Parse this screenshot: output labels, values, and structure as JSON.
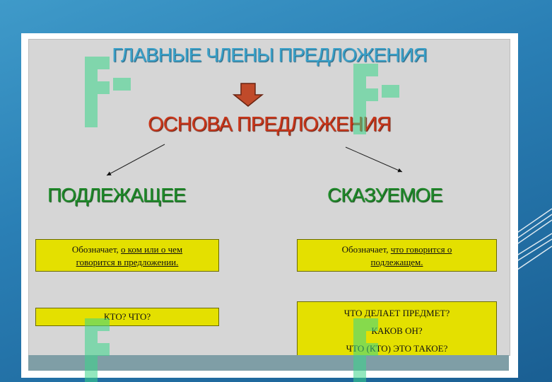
{
  "slide": {
    "title": "ГЛАВНЫЕ ЧЛЕНЫ ПРЕДЛОЖЕНИЯ",
    "subtitle": "ОСНОВА ПРЕДЛОЖЕНИЯ",
    "left_heading": "ПОДЛЕЖАЩЕЕ",
    "right_heading": "СКАЗУЕМОЕ",
    "left_box1": {
      "prefix": "Обозначает, ",
      "underlined_1": "о ком или о чем",
      "underlined_2": "говорится в предложении."
    },
    "right_box1": {
      "prefix": "Обозначает, ",
      "underlined_1": "что говорится о",
      "underlined_2": "подлежащем."
    },
    "left_box2": "КТО? ЧТО?",
    "right_box2": {
      "line1": "ЧТО ДЕЛАЕТ ПРЕДМЕТ?",
      "line2": "КАКОВ ОН?",
      "line3": "ЧТО (КТО) ЭТО ТАКОЕ?"
    }
  },
  "colors": {
    "title": "#3aa0c8",
    "subtitle": "#c8361a",
    "headings": "#1f8a2a",
    "boxes": "#e4e000",
    "arrow": "#c04a2a"
  },
  "icons": [
    "arrow-down-icon",
    "watermark-logo"
  ]
}
